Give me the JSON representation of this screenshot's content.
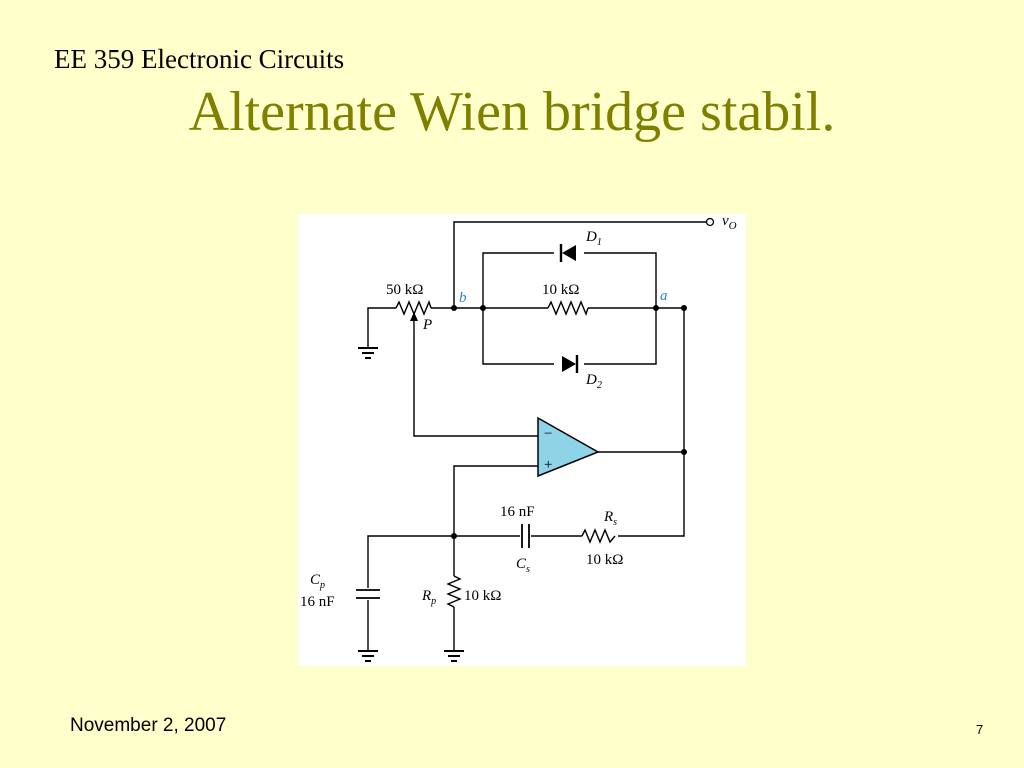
{
  "header": {
    "course": "EE 359 Electronic Circuits",
    "title": "Alternate Wien bridge stabil."
  },
  "footer": {
    "date": "November 2,  2007",
    "page": "7"
  },
  "diagram": {
    "output_label": "v",
    "output_sub": "O",
    "diode1": {
      "name": "D",
      "sub": "1"
    },
    "diode2": {
      "name": "D",
      "sub": "2"
    },
    "pot_value": "50 kΩ",
    "pot_tap": "P",
    "node_b": "b",
    "node_a": "a",
    "feedback_res": "10 kΩ",
    "opamp_minus": "−",
    "opamp_plus": "+",
    "cs_value": "16 nF",
    "cs_name": "C",
    "cs_sub": "s",
    "rs_name": "R",
    "rs_sub": "s",
    "rs_value": "10 kΩ",
    "cp_name": "C",
    "cp_sub": "p",
    "cp_value": "16 nF",
    "rp_name": "R",
    "rp_sub": "p",
    "rp_value": "10 kΩ"
  }
}
